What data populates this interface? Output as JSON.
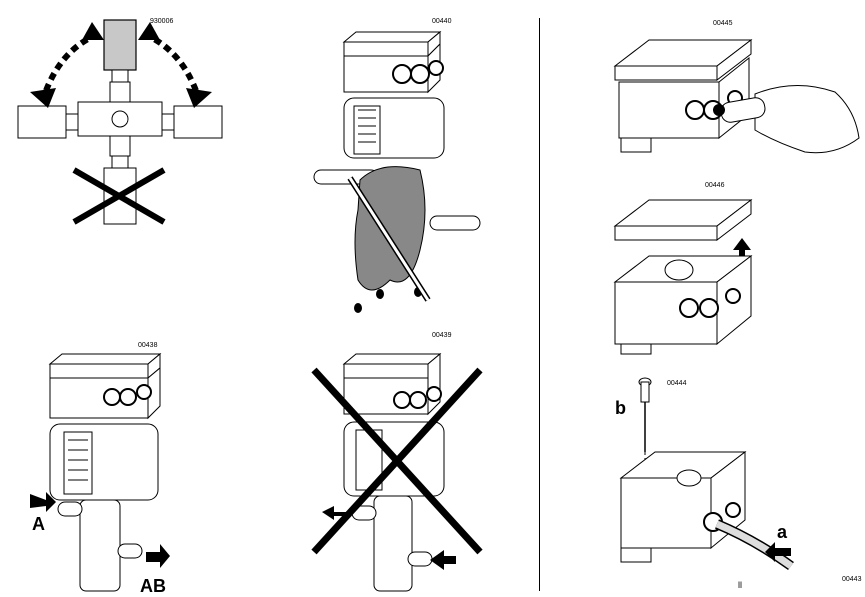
{
  "figures": {
    "orientation": {
      "code": "930006"
    },
    "cleaning": {
      "code": "00440"
    },
    "flow_correct": {
      "code": "00438",
      "label_in": "A",
      "label_out": "AB"
    },
    "flow_wrong": {
      "code": "00439"
    },
    "cable_gland": {
      "code": "00445"
    },
    "cover_removal": {
      "code": "00446"
    },
    "wiring": {
      "code": "00444",
      "label_b": "b",
      "label_a": "a"
    }
  },
  "footer": {
    "page_mark": "ll",
    "corner_code": "00443"
  },
  "colors": {
    "ink": "#000000",
    "valve_gray": "#c8c8c8",
    "cloth_gray": "#888888",
    "paper": "#ffffff"
  }
}
